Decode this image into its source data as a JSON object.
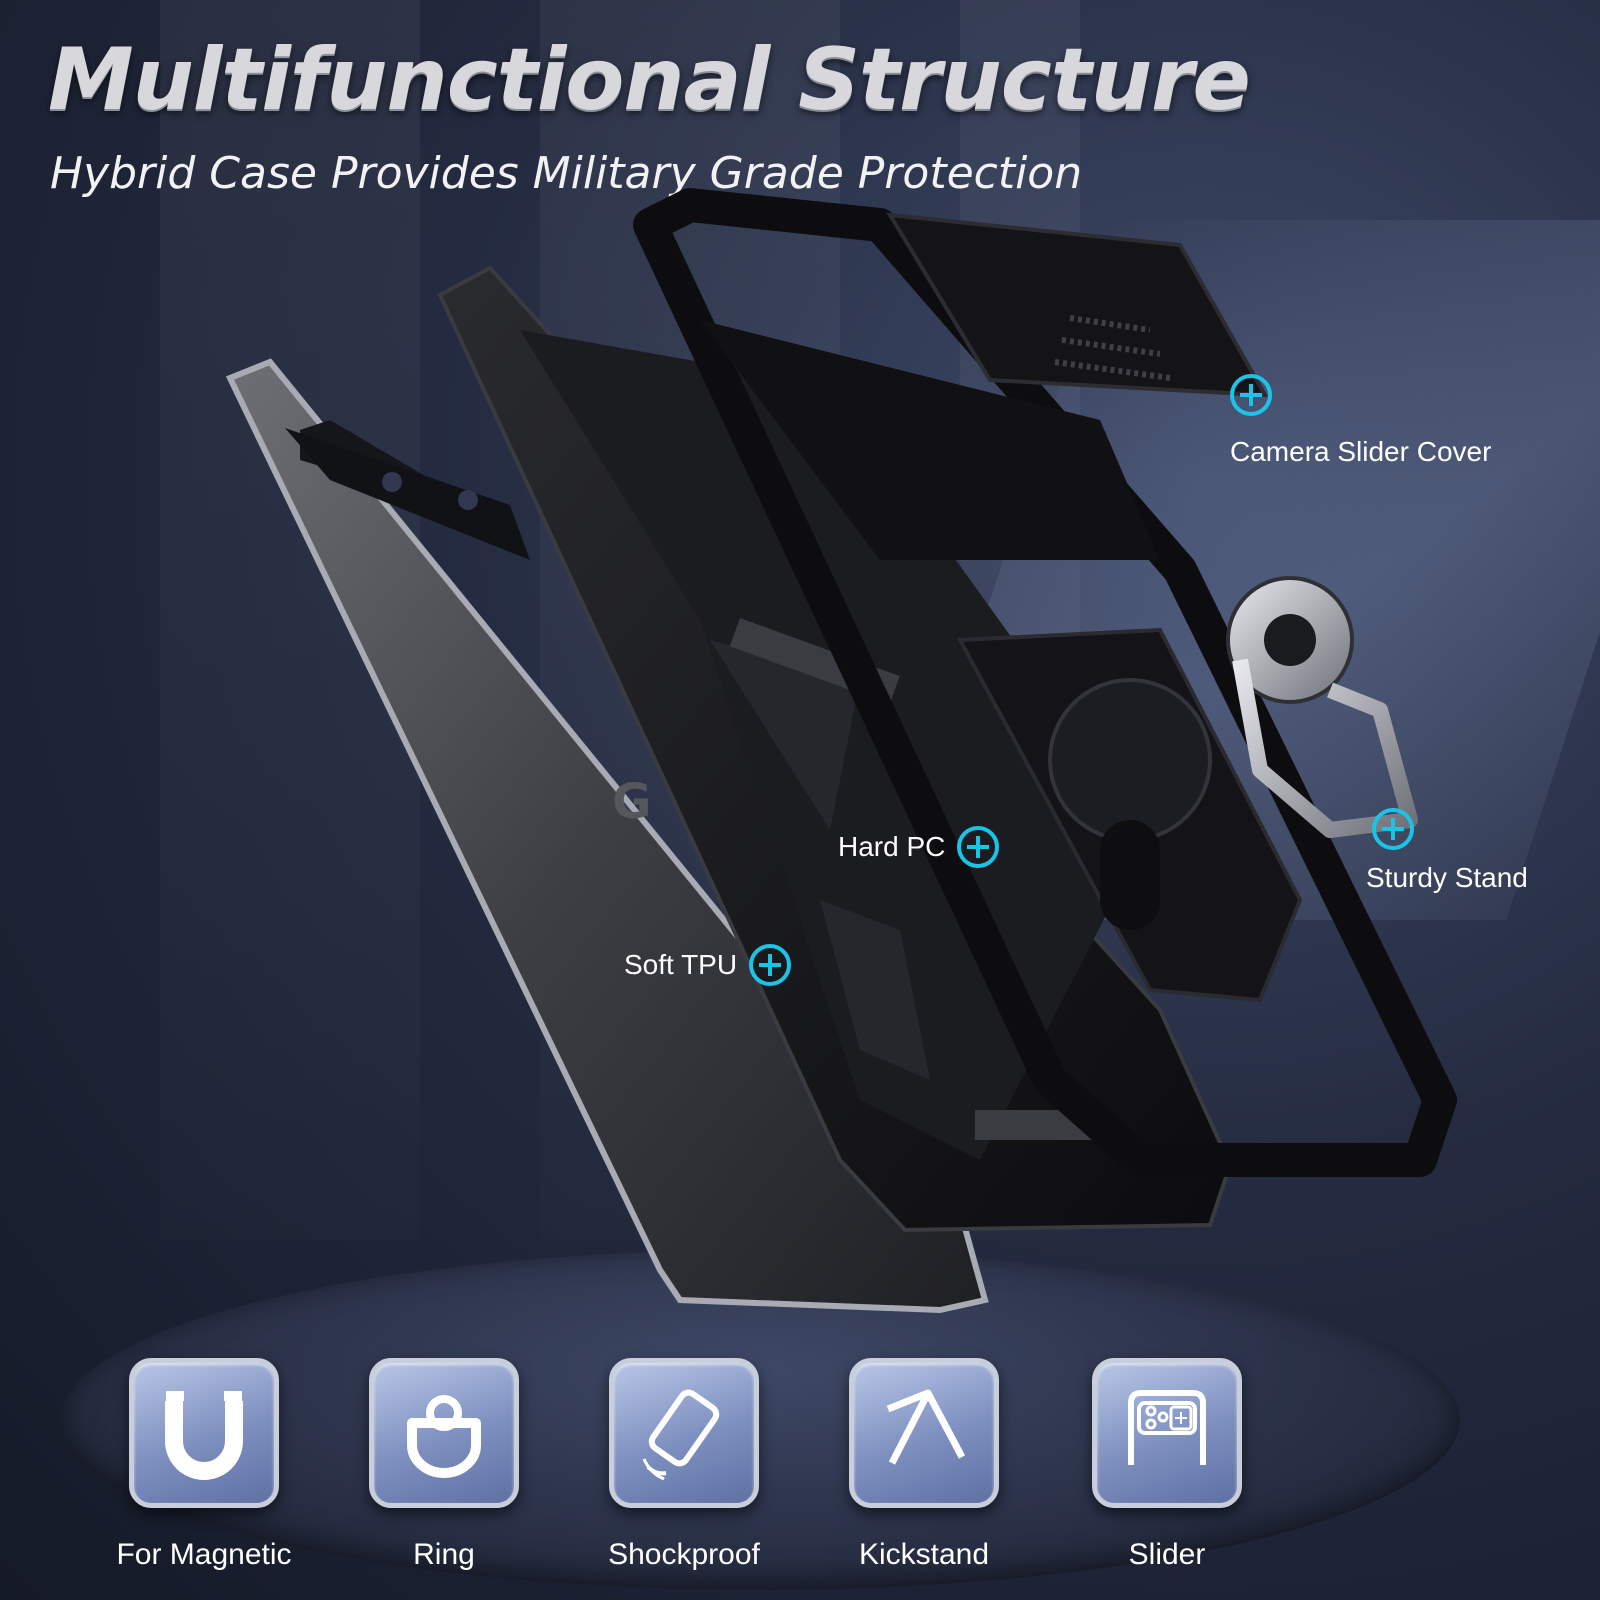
{
  "header": {
    "title": "Multifunctional Structure",
    "subtitle": "Hybrid Case Provides Military Grade Protection"
  },
  "callouts": {
    "camera_slider": "Camera Slider Cover",
    "sturdy_stand": "Sturdy Stand",
    "hard_pc": "Hard PC",
    "soft_tpu": "Soft TPU"
  },
  "features": [
    {
      "label": "For Magnetic",
      "icon": "magnet-icon"
    },
    {
      "label": "Ring",
      "icon": "ring-holder-icon"
    },
    {
      "label": "Shockproof",
      "icon": "shockproof-phone-icon"
    },
    {
      "label": "Kickstand",
      "icon": "kickstand-icon"
    },
    {
      "label": "Slider",
      "icon": "camera-slider-icon"
    }
  ],
  "colors": {
    "accent": "#1bc4e6",
    "background": "#242b40",
    "tile": "#7d8fbf"
  }
}
